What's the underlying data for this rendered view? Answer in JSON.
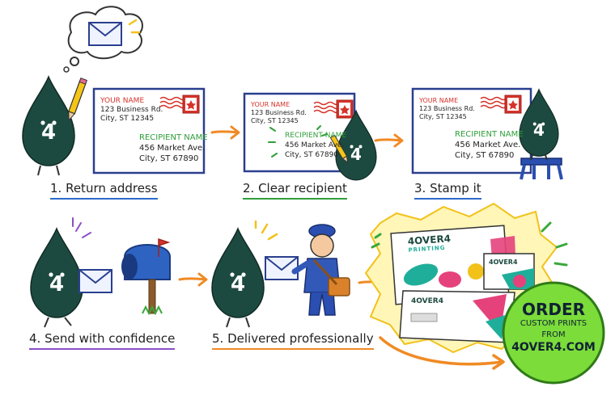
{
  "steps": [
    {
      "label": "1. Return address",
      "underline": "#2d6ac9"
    },
    {
      "label": "2. Clear recipient",
      "underline": "#2f9e3a"
    },
    {
      "label": "3. Stamp it",
      "underline": "#2d6ac9"
    },
    {
      "label": "4. Send with confidence",
      "underline": "#8b4fc9"
    },
    {
      "label": "5. Delivered professionally",
      "underline": "#f08a24"
    }
  ],
  "envelope": {
    "your_name": "YOUR NAME",
    "return_line1": "123 Business Rd.",
    "return_line2": "City, ST 12345",
    "recipient_name": "RECIPIENT NAME",
    "recipient_line1": "456 Market Ave.",
    "recipient_line2": "City, ST 67890"
  },
  "mascot_mark": "4",
  "brand": {
    "name": "4OVER4",
    "sub": "PRINTING"
  },
  "cta": {
    "line1": "ORDER",
    "line2": "CUSTOM PRINTS",
    "line3": "FROM",
    "line4": "4OVER4.COM"
  },
  "colors": {
    "mascot": "#1d4a40",
    "envelope_border": "#2a3f8f",
    "accent_orange": "#f08a24",
    "cta_green": "#7bdc3a"
  }
}
